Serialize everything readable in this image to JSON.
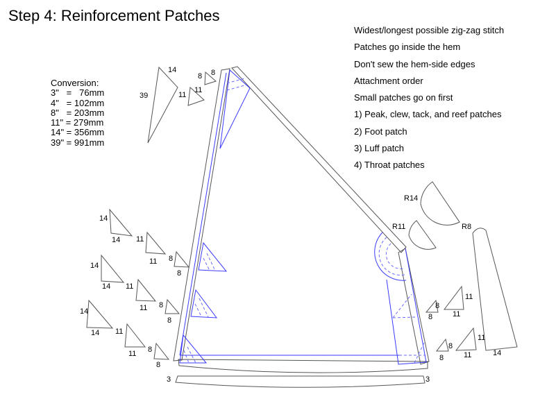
{
  "title": "Step 4: Reinforcement Patches",
  "notes": [
    "Widest/longest possible zig-zag stitch",
    "Patches go inside the hem",
    "Don't sew the hem-side edges",
    "Attachment order",
    "Small patches go on first",
    "1) Peak, clew, tack, and reef patches",
    "2) Foot patch",
    "3) Luff patch",
    "4) Throat patches"
  ],
  "conversion": {
    "heading": "Conversion:",
    "rows": [
      "3\"   =   76mm",
      "4\"   = 102mm",
      "8\"   = 203mm",
      "11\" = 279mm",
      "14\" = 356mm",
      "39\" = 991mm"
    ]
  },
  "patch_labels": {
    "peak_long": "39",
    "peak_short": "14",
    "p8": "8",
    "p11": "11",
    "p14": "14",
    "p3": "3",
    "r14": "R14",
    "r11": "R11",
    "r8": "R8"
  }
}
